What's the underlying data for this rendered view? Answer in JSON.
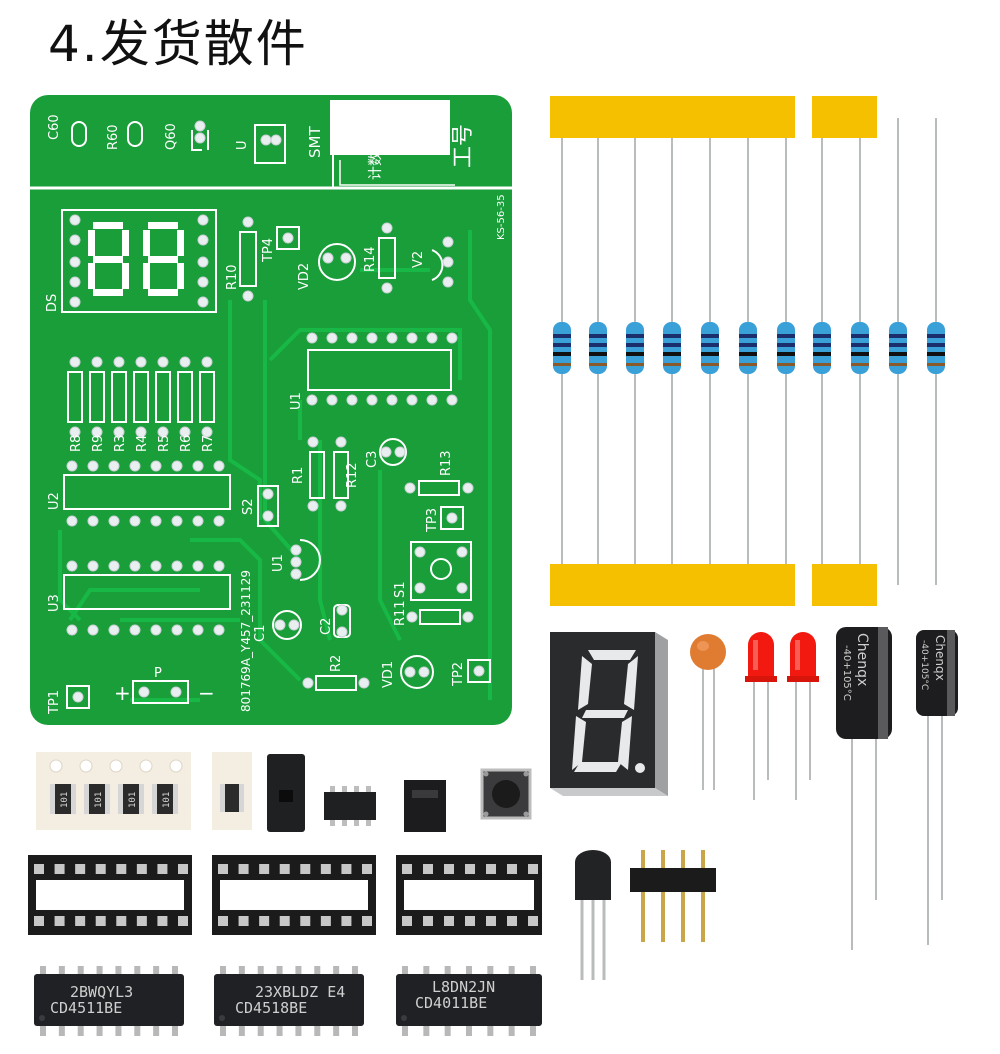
{
  "heading": "4.发货散件",
  "pcb": {
    "silkscreen": {
      "c60": "C60",
      "r60": "R60",
      "q60": "Q60",
      "u": "U",
      "smt": "SMT",
      "station": "工号",
      "counter": "计数器",
      "code": "KS-56-35",
      "ds": "DS",
      "r10": "R10",
      "tp4": "TP4",
      "vd2": "VD2",
      "r14": "R14",
      "v2": "V2",
      "u1_top": "U1",
      "r8": "R8",
      "r9": "R9",
      "r3": "R3",
      "r4": "R4",
      "r5": "R5",
      "r6": "R6",
      "r7": "R7",
      "r1": "R1",
      "r12": "R12",
      "c3": "C3",
      "r13": "R13",
      "u2": "U2",
      "s2": "S2",
      "tp3": "TP3",
      "u1_mid": "U1",
      "board_id": "801769A_Y457_231129",
      "u3": "U3",
      "r11": "R11",
      "s1": "S1",
      "c1": "C1",
      "c2": "C2",
      "r2": "R2",
      "vd1": "VD1",
      "tp2": "TP2",
      "tp1": "TP1",
      "p": "P",
      "plus": "+",
      "minus": "−"
    }
  },
  "chips": [
    {
      "line1": "2BWQYL3",
      "line2": "CD4511BE"
    },
    {
      "line1": "23XBLDZ E4",
      "line2": "CD4518BE"
    },
    {
      "line1": "L8DN2JN",
      "line2": "CD4011BE"
    }
  ],
  "smd_tape_marks": [
    "101",
    "101",
    "101",
    "101"
  ],
  "capacitor_brand": "Chenqx",
  "capacitor_rating": "-40+105°C",
  "colors": {
    "pcb_green": "#1a9e3a",
    "pcb_trace": "#17b845",
    "tape_yellow": "#f5c000",
    "resistor_blue": "#3aa0d8",
    "led_red": "#f21a10",
    "chip_black": "#202124"
  }
}
